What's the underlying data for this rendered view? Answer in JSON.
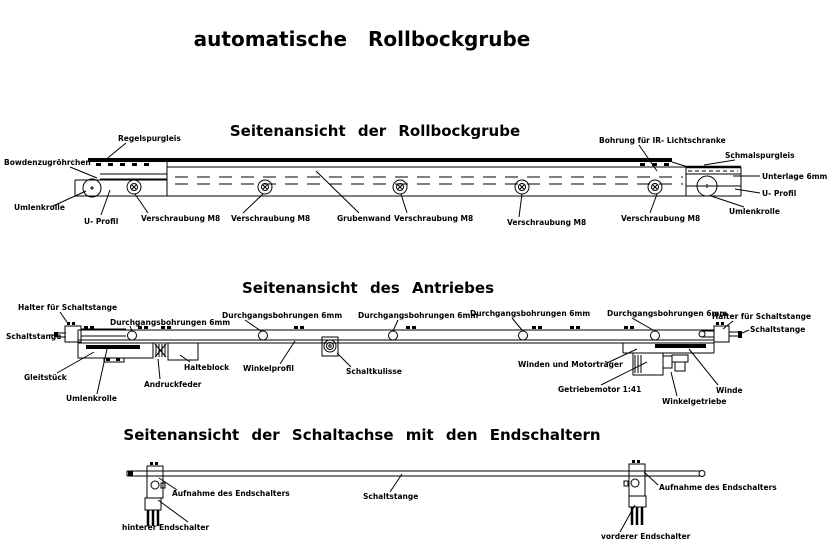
{
  "title": "automatische Rollbockgrube",
  "colors": {
    "line": "#000000",
    "background": "#ffffff"
  },
  "sections": {
    "rollbockgrube": {
      "title": "Seitenansicht der Rollbockgrube",
      "labels": {
        "regelspurgleis": "Regelspurgleis",
        "bowdenzugroehrchen": "Bowdenzugröhrchen",
        "umlenkrolle_links": "Umlenkrolle",
        "u_profil_links": "U- Profil",
        "verschraubung": [
          "Verschraubung M8",
          "Verschraubung M8",
          "Verschraubung M8",
          "Verschraubung M8",
          "Verschraubung M8"
        ],
        "grubenwand": "Grubenwand",
        "bohrung_ir": "Bohrung für IR- Lichtschranke",
        "schmalspurgleis": "Schmalspurgleis",
        "unterlage": "Unterlage 6mm",
        "u_profil_rechts": "U- Profil",
        "umlenkrolle_rechts": "Umlenkrolle"
      }
    },
    "antrieb": {
      "title": "Seitenansicht des Antriebes",
      "labels": {
        "halter_links": "Halter für Schaltstange",
        "schaltstange_links": "Schaltstange",
        "durchgangsbohrungen": [
          "Durchgangsbohrungen 6mm",
          "Durchgangsbohrungen 6mm",
          "Durchgangsbohrungen 6mm",
          "Durchgangsbohrungen 6mm",
          "Durchgangsbohrungen 6mm"
        ],
        "gleitstueck": "Gleitstück",
        "umlenkrolle": "Umlenkrolle",
        "andruckfeder": "Andruckfeder",
        "halteblock": "Halteblock",
        "winkelprofil": "Winkelprofil",
        "schaltkulisse": "Schaltkulisse",
        "winden_und_motortraeger": "Winden und Motorträger",
        "getriebemotor": "Getriebemotor 1:41",
        "winkelgetriebe": "Winkelgetriebe",
        "winde": "Winde",
        "halter_rechts": "Halter für Schaltstange",
        "schaltstange_rechts": "Schaltstange"
      }
    },
    "schaltachse": {
      "title": "Seitenansicht der Schaltachse mit den Endschaltern",
      "labels": {
        "aufnahme_links": "Aufnahme des Endschalters",
        "schaltstange": "Schaltstange",
        "hinterer_endschalter": "hinterer Endschalter",
        "aufnahme_rechts": "Aufnahme des Endschalters",
        "vorderer_endschalter": "vorderer Endschalter"
      }
    }
  }
}
